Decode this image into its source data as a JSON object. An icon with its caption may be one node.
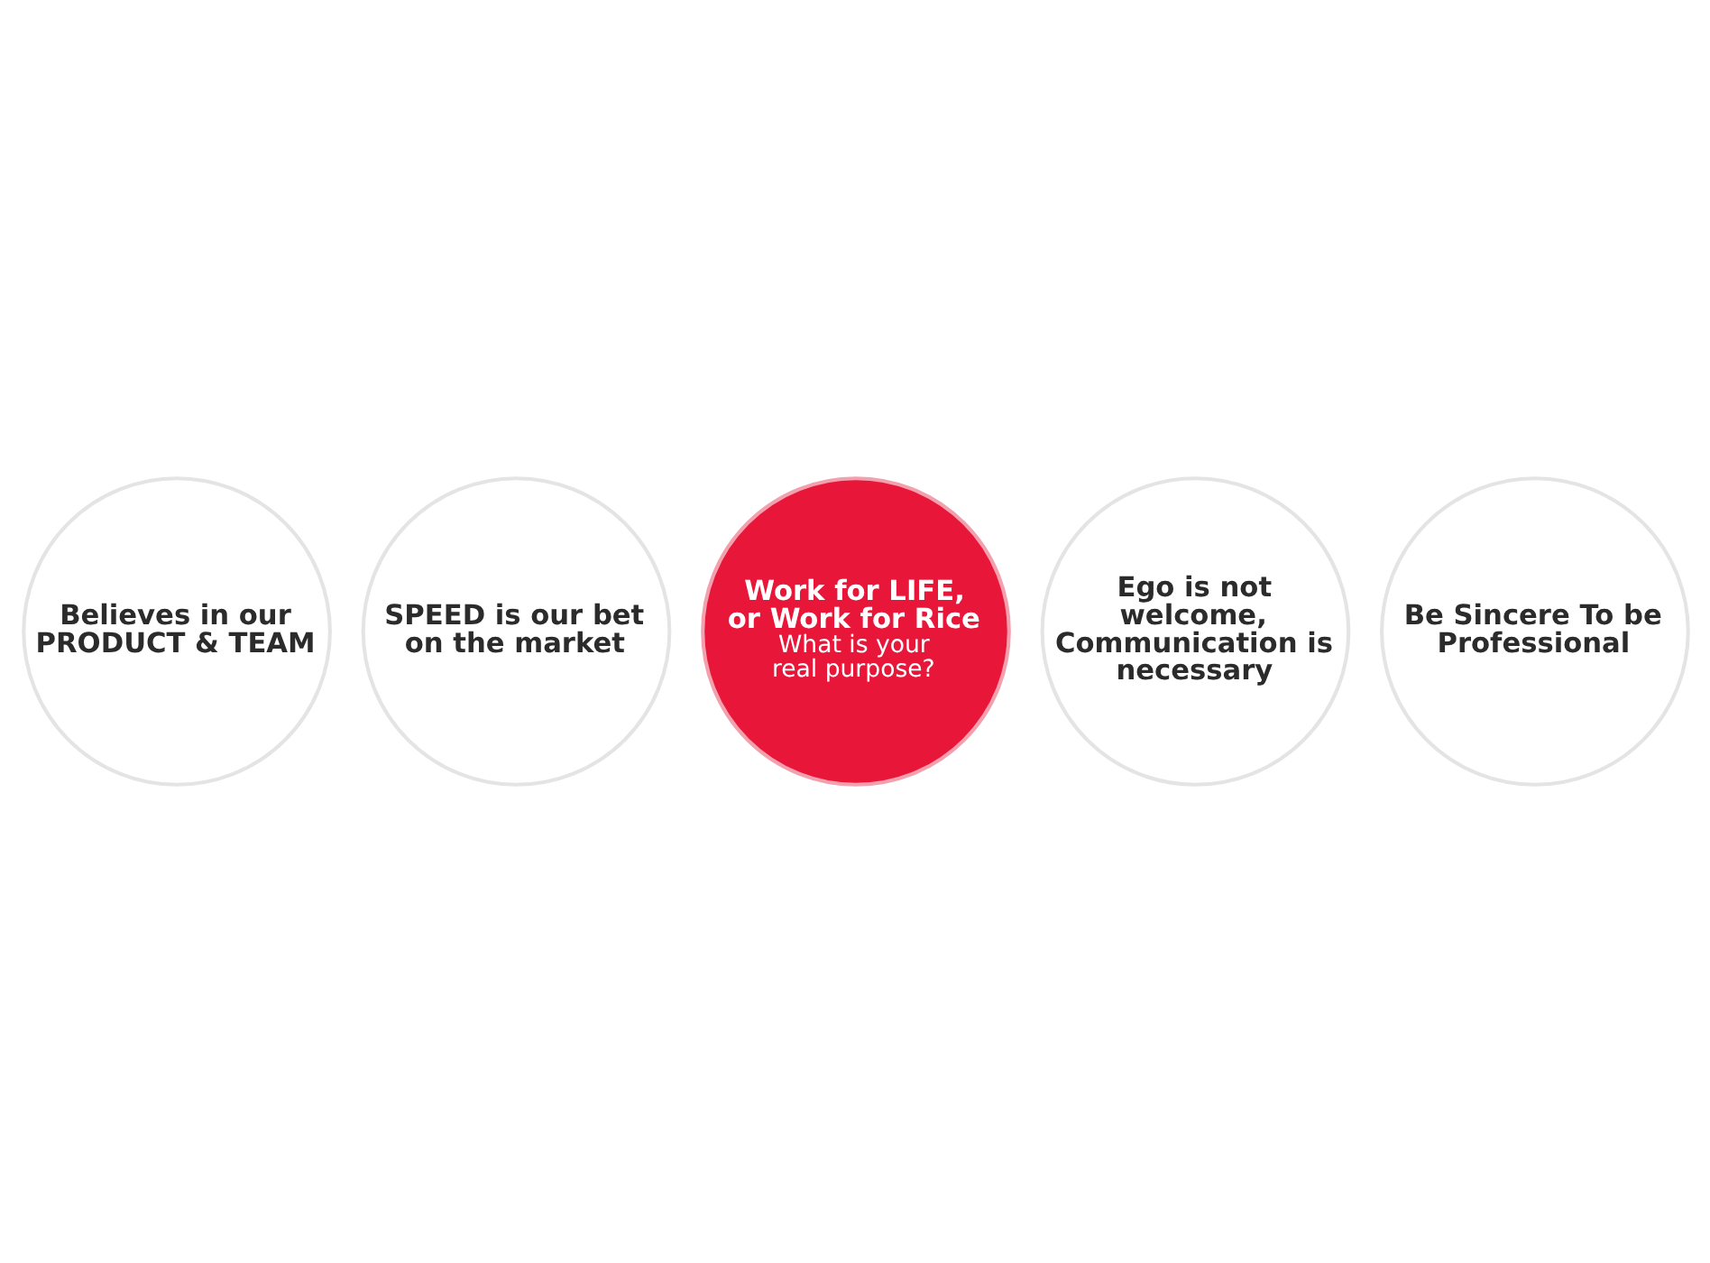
{
  "diagram": {
    "nodes": [
      {
        "text": [
          "Believes in our PRODUCT & TEAM"
        ]
      },
      {
        "text": [
          "SPEED is our bet on the market"
        ]
      },
      {
        "text": [
          "Work for LIFE, or Work for Rice",
          "What is your real purpose?"
        ]
      },
      {
        "text": [
          "Ego is not welcome, Communication is necessary"
        ]
      },
      {
        "text": [
          "Be Sincere To be Professional"
        ]
      }
    ],
    "edges": []
  }
}
